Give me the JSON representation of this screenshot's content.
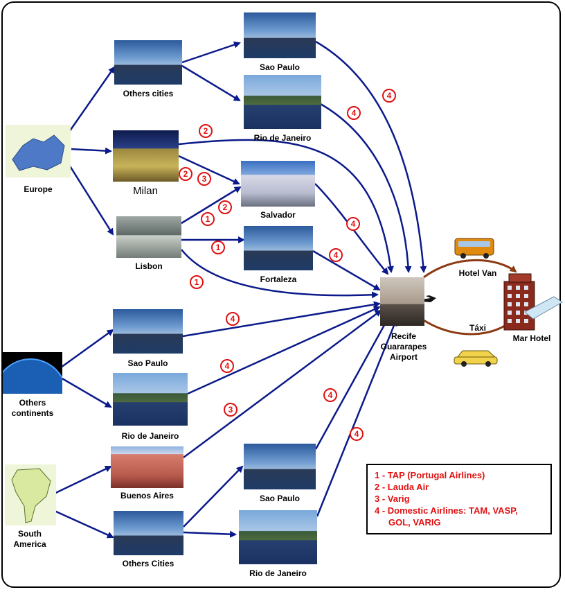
{
  "nodes": {
    "europe": "Europe",
    "others_cities_top": "Others cities",
    "milan": "Milan",
    "lisbon": "Lisbon",
    "sao_paulo_top": "Sao Paulo",
    "rio_top": "Rio de Janeiro",
    "salvador": "Salvador",
    "fortaleza": "Fortaleza",
    "airport": "Recife\nGuararapes\nAirport",
    "others_continents": "Others\ncontinents",
    "sao_paulo_mid": "Sao Paulo",
    "rio_mid": "Rio de Janeiro",
    "south_america": "South\nAmerica",
    "buenos_aires": "Buenos Aires",
    "others_cities_bottom": "Others Cities",
    "sao_paulo_bottom": "Sao Paulo",
    "rio_bottom": "Rio de Janeiro",
    "hotel_van": "Hotel Van",
    "taxi": "Táxi",
    "mar_hotel": "Mar Hotel"
  },
  "badges": [
    "4",
    "4",
    "2",
    "2",
    "3",
    "2",
    "1",
    "4",
    "1",
    "4",
    "1",
    "4",
    "4",
    "3",
    "4",
    "4"
  ],
  "legend": {
    "l1": "1 - TAP (Portugal Airlines)",
    "l2": "2 - Lauda Air",
    "l3": "3 - Varig",
    "l4a": "4 - Domestic Airlines: TAM, VASP,",
    "l4b": "GOL, VARIG"
  },
  "colors": {
    "arrow": "#0b1a8a",
    "badge": "#e01010",
    "ground_arrow": "#8b3a12"
  }
}
